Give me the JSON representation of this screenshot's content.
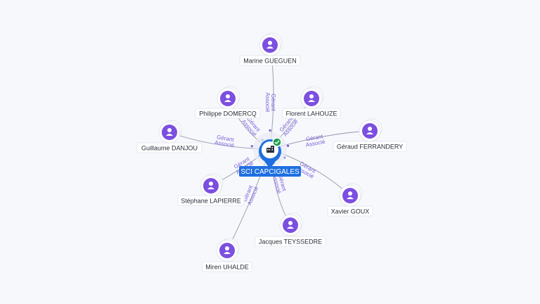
{
  "company": {
    "name": "SCI CAPCIGALES",
    "icon": "building-icon",
    "status_icon": "check-badge-icon",
    "colors": {
      "pin": "#1f6fe0",
      "badge": "#1e9e4e"
    }
  },
  "people": [
    {
      "id": "marine-gueguen",
      "name": "Marine GUEGUEN",
      "role": "Gérant Associé"
    },
    {
      "id": "philippe-domercq",
      "name": "Philippe DOMERCQ",
      "role": "Gérant Associé"
    },
    {
      "id": "florent-lahouze",
      "name": "Florent LAHOUZE",
      "role": "Gérant Associé"
    },
    {
      "id": "guillaume-danjou",
      "name": "Guillaume DANJOU",
      "role": "Gérant Associé"
    },
    {
      "id": "geraud-ferrandery",
      "name": "Géraud FERRANDERY",
      "role": "Gérant Associé"
    },
    {
      "id": "stephane-lapierre",
      "name": "Stéphane LAPIERRE",
      "role": "Gérant Associé"
    },
    {
      "id": "xavier-goux",
      "name": "Xavier GOUX",
      "role": "Gérant Associé"
    },
    {
      "id": "jacques-teyssedre",
      "name": "Jacques TEYSSEDRE",
      "role": "Gérant Associé"
    },
    {
      "id": "miren-uhalde",
      "name": "Miren UHALDE",
      "role": "Gérant Associé"
    }
  ],
  "colors": {
    "person_node": "#7c4fe0",
    "edge": "#9aa3b4",
    "edge_label": "#7a5fd8"
  }
}
